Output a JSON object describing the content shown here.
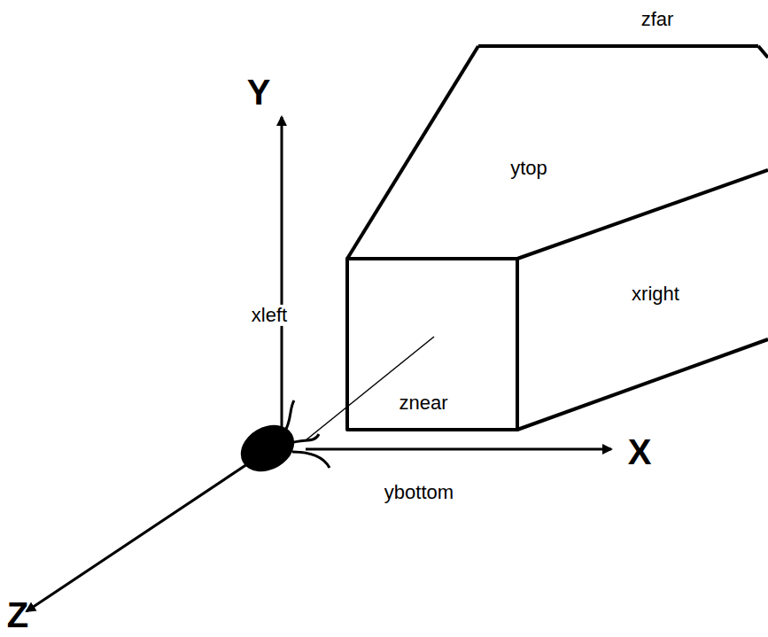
{
  "diagram": {
    "labels": [
      "zfar",
      "Y",
      "ytop",
      "xright",
      "xleft",
      "znear",
      "X",
      "ybottom",
      "Z"
    ]
  }
}
